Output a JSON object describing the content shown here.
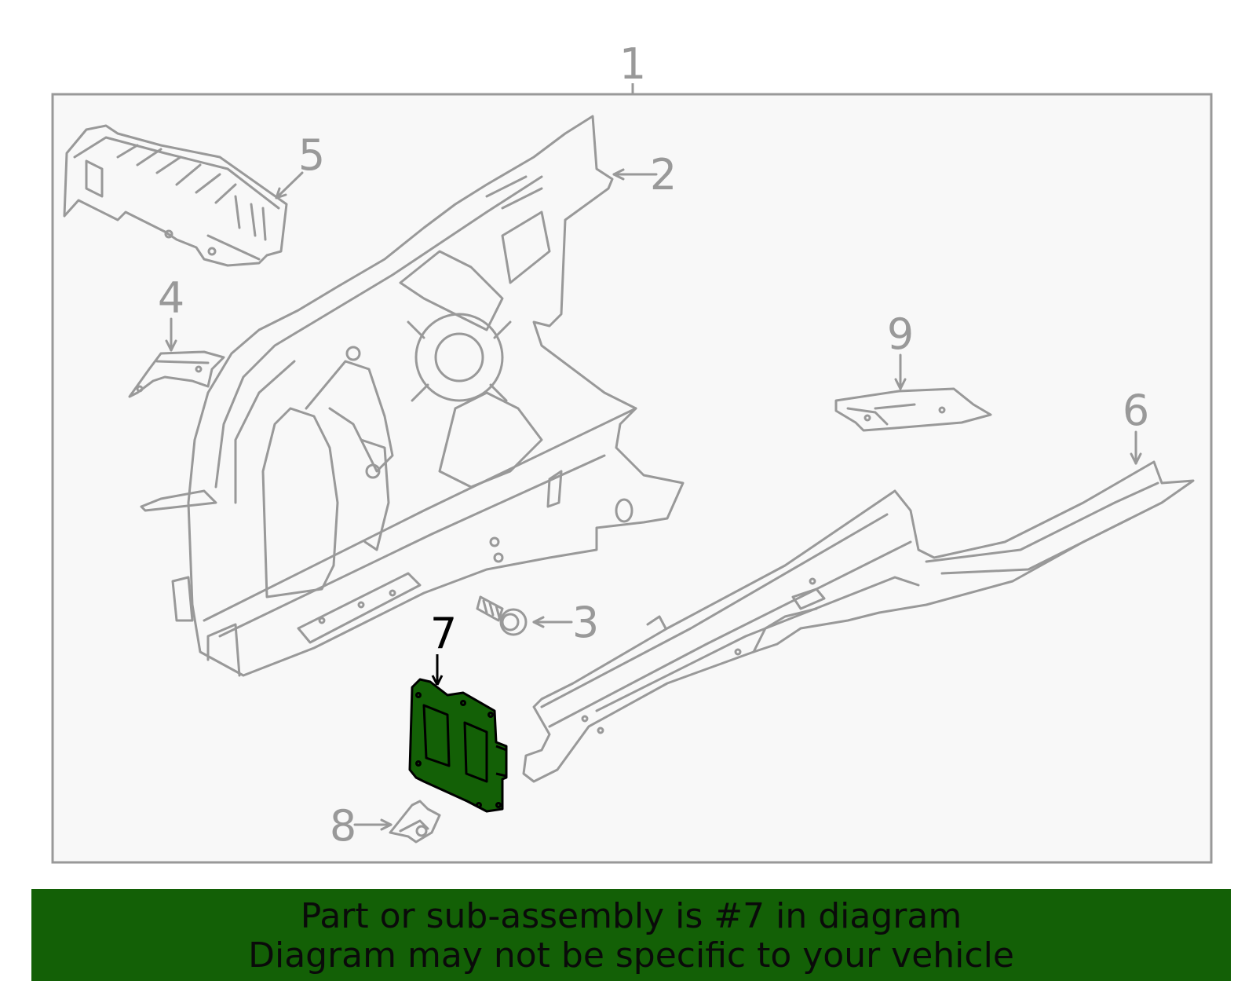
{
  "diagram": {
    "assembly_label": "1",
    "callouts": [
      {
        "id": "2",
        "label": "2"
      },
      {
        "id": "3",
        "label": "3"
      },
      {
        "id": "4",
        "label": "4"
      },
      {
        "id": "5",
        "label": "5"
      },
      {
        "id": "6",
        "label": "6"
      },
      {
        "id": "7",
        "label": "7"
      },
      {
        "id": "8",
        "label": "8"
      },
      {
        "id": "9",
        "label": "9"
      }
    ],
    "highlighted_part": "7",
    "colors": {
      "line": "#999999",
      "panel_bg": "#f8f8f8",
      "highlight_fill": "#136006",
      "highlight_stroke": "#000000",
      "banner_bg": "#136006"
    }
  },
  "banner": {
    "line1": "Part or sub-assembly is #7 in diagram",
    "line2": "Diagram may not be specific to your vehicle"
  }
}
